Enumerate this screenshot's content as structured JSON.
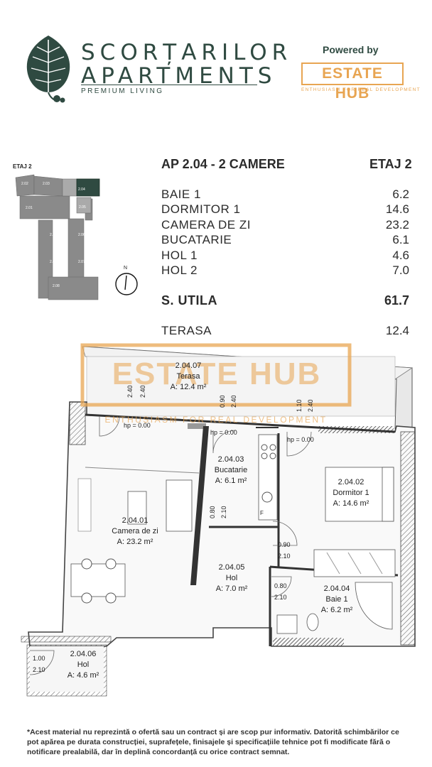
{
  "brand": {
    "line1": "SCORȚARILOR",
    "line2": "APARTMENTS",
    "tagline": "PREMIUM LIVING",
    "logo_icon": "leaf-icon",
    "color": "#2f4a41"
  },
  "partner": {
    "powered_by": "Powered by",
    "name": "ESTATE HUB",
    "tagline": "ENTHUSIASM FOR REAL DEVELOPMENT",
    "color": "#e8a552"
  },
  "apartment": {
    "title": "AP 2.04 - 2 CAMERE",
    "floor": "ETAJ 2",
    "rooms": [
      {
        "name": "BAIE 1",
        "area": "6.2"
      },
      {
        "name": "DORMITOR 1",
        "area": "14.6"
      },
      {
        "name": "CAMERA DE ZI",
        "area": "23.2"
      },
      {
        "name": "BUCATARIE",
        "area": "6.1"
      },
      {
        "name": "HOL 1",
        "area": "4.6"
      },
      {
        "name": "HOL 2",
        "area": "7.0"
      }
    ],
    "useful_label": "S. UTILA",
    "useful_area": "61.7",
    "terrace_label": "TERASA",
    "terrace_area": "12.4"
  },
  "keyplan": {
    "title": "ETAJ 2",
    "units": [
      "2.02",
      "2.03",
      "2.04",
      "2.01",
      "2.05",
      "2.10",
      "2.06",
      "2.09",
      "2.07",
      "2.08"
    ],
    "compass": "N"
  },
  "plan": {
    "watermark": "ESTATE HUB",
    "watermark_sub": "ENTHUSIASM FOR REAL DEVELOPMENT",
    "rooms": [
      {
        "code": "2.04.07",
        "name": "Terasa",
        "area": "A: 12.4 m²"
      },
      {
        "code": "2.04.03",
        "name": "Bucatarie",
        "area": "A: 6.1 m²"
      },
      {
        "code": "2.04.02",
        "name": "Dormitor 1",
        "area": "A: 14.6 m²"
      },
      {
        "code": "2.04.01",
        "name": "Camera de zi",
        "area": "A: 23.2 m²"
      },
      {
        "code": "2.04.05",
        "name": "Hol",
        "area": "A: 7.0 m²"
      },
      {
        "code": "2.04.04",
        "name": "Baie 1",
        "area": "A: 6.2 m²"
      },
      {
        "code": "2.04.06",
        "name": "Hol",
        "area": "A: 4.6 m²"
      }
    ],
    "openings": [
      {
        "w": "2.40",
        "h": "2.40"
      },
      {
        "w": "0.90",
        "h": "2.40"
      },
      {
        "w": "1.10",
        "h": "2.40"
      },
      {
        "w": "0.80",
        "h": "2.10"
      },
      {
        "w": "0.90",
        "h": "2.10"
      },
      {
        "w": "0.80",
        "h": "2.10"
      },
      {
        "w": "1.00",
        "h": "2.10"
      }
    ],
    "hp": "hp = 0.00",
    "fridge": "F"
  },
  "disclaimer": "*Acest material nu reprezintă o ofertă sau un contract și are scop pur informativ. Datorită schimbărilor ce pot apărea pe durata construcției, suprafețele, finisajele și specificațiile tehnice pot fi modificate fără o notificare prealabilă, dar în deplină concordanță cu orice contract semnat."
}
